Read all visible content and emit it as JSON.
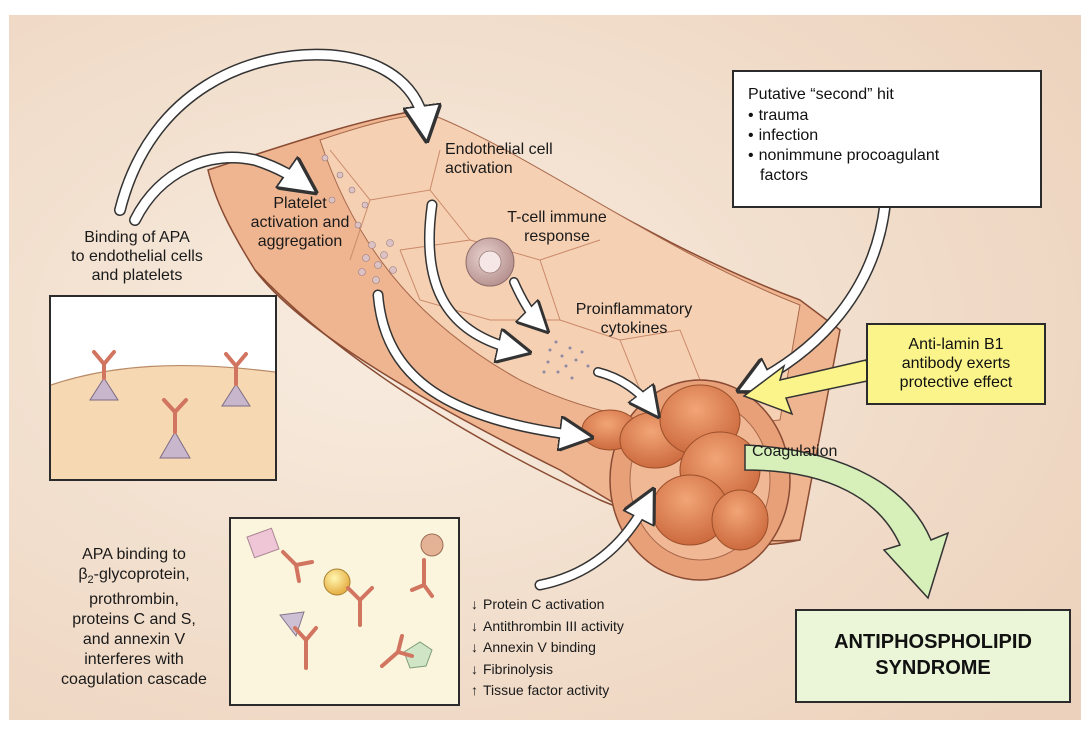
{
  "labels": {
    "endothelial": "Endothelial cell\nactivation",
    "platelet": "Platelet\nactivation and\naggregation",
    "tcell": "T-cell immune\nresponse",
    "binding": "Binding of APA\nto endothelial cells\nand platelets",
    "cytokines": "Proinflammatory\ncytokines",
    "coagulation": "Coagulation",
    "apa_binding_l1": "APA binding to",
    "apa_binding_l2_beta": "β",
    "apa_binding_l2_sub": "2",
    "apa_binding_l2_rest": "-glycoprotein,",
    "apa_binding_rest": "prothrombin,\nproteins C and S,\nand annexin V\ninterferes with\ncoagulation cascade"
  },
  "second_hit": {
    "title": "Putative “second” hit",
    "items": [
      "trauma",
      "infection",
      "nonimmune procoagulant",
      "factors"
    ]
  },
  "antilamin": {
    "text": "Anti-lamin B1\nantibody exerts\nprotective effect"
  },
  "effects": [
    {
      "dir": "↓",
      "text": "Protein C activation"
    },
    {
      "dir": "↓",
      "text": "Antithrombin III activity"
    },
    {
      "dir": "↓",
      "text": "Annexin V binding"
    },
    {
      "dir": "↓",
      "text": "Fibrinolysis"
    },
    {
      "dir": "↑",
      "text": "Tissue factor activity"
    }
  ],
  "outcome": {
    "text": "ANTIPHOSPHOLIPID\nSYNDROME"
  },
  "colors": {
    "background": "#f3e2d1",
    "vessel": "#efb58f",
    "clot": "#e0814d",
    "antibody": "#d27560",
    "yellow_box": "#faf48a",
    "green_arrow": "#d7efb9"
  }
}
